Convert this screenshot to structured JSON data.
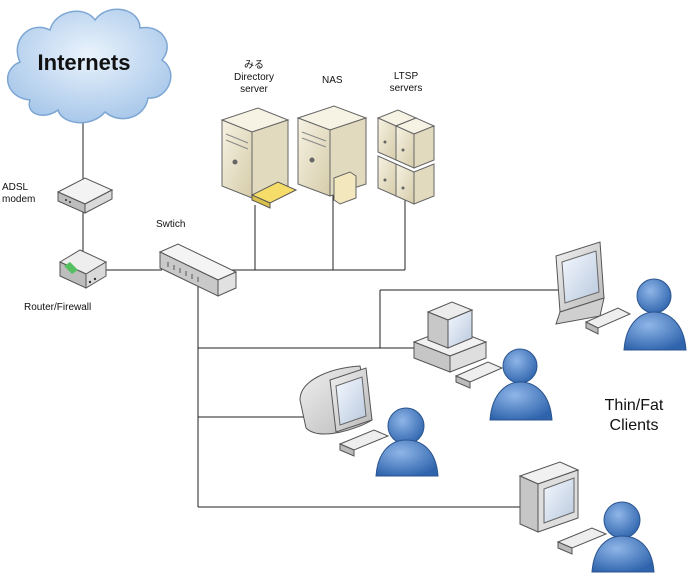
{
  "cloud": {
    "label": "Internets"
  },
  "devices": {
    "adsl_modem": "ADSL\nmodem",
    "router": "Router/Firewall",
    "switch": "Swtich",
    "directory_server_line1": "みる",
    "directory_server_line2": "Directory",
    "directory_server_line3": "server",
    "nas": "NAS",
    "ltsp_line1": "LTSP",
    "ltsp_line2": "servers"
  },
  "clients": {
    "line1": "Thin/Fat",
    "line2": "Clients"
  },
  "colors": {
    "cloud_fill": "#cfe0f2",
    "cloud_stroke": "#8fb3d9",
    "server_fill": "#ede7cf",
    "person_fill": "#5b8fd1",
    "line": "#222222"
  }
}
